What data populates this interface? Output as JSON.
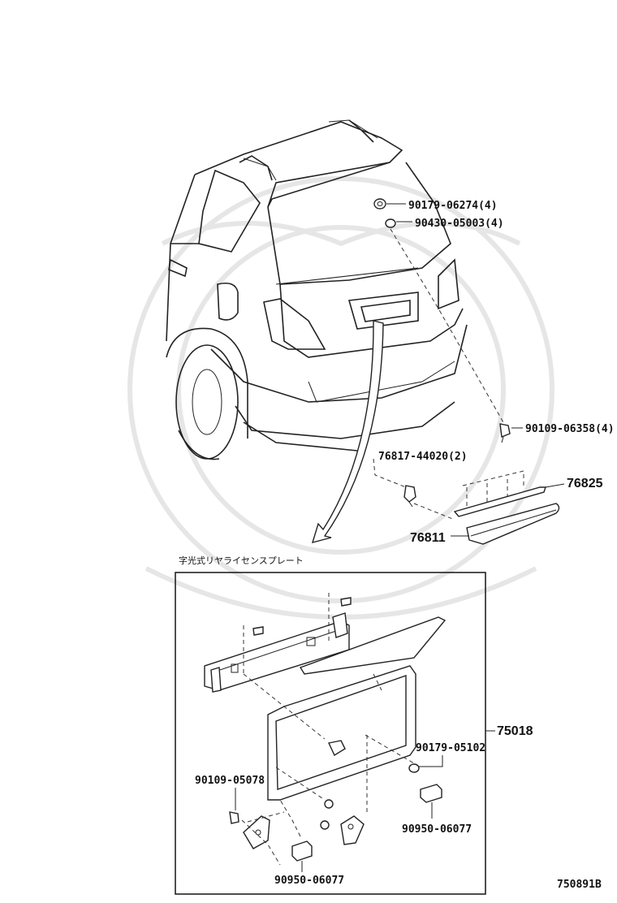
{
  "inset_title": "字光式リヤライセンスプレート",
  "figure_id": "750891B",
  "callouts": {
    "nut_upper": "90179-06274(4)",
    "washer_upper": "90430-05003(4)",
    "screw_right": "90109-06358(4)",
    "clip": "76817-44020(2)",
    "garnish_right": "76825",
    "garnish_main": "76811",
    "plate_assembly": "75018",
    "nut_inset": "90179-05102",
    "screw_inset": "90109-05078",
    "cap_right": "90950-06077",
    "cap_bottom": "90950-06077"
  }
}
